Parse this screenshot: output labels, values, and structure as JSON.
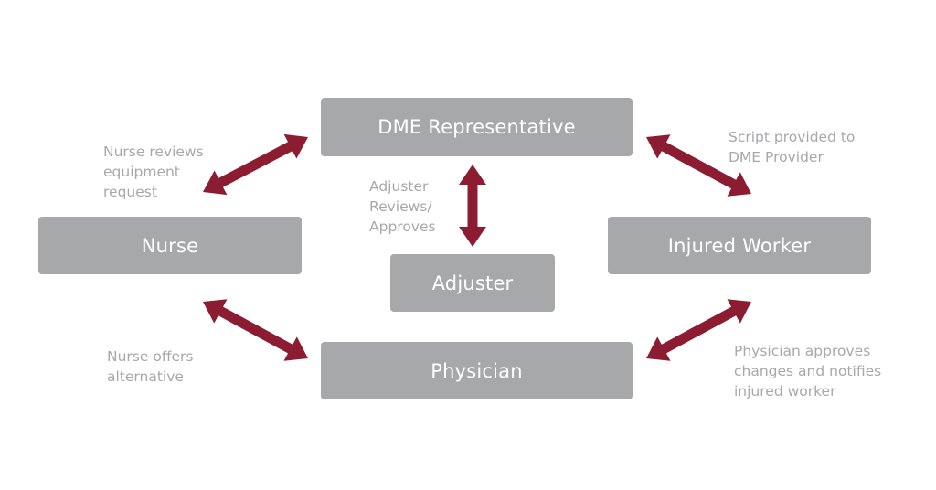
{
  "nodes": {
    "dme": "DME Representative",
    "nurse": "Nurse",
    "adjuster": "Adjuster",
    "injured_worker": "Injured Worker",
    "physician": "Physician"
  },
  "labels": {
    "nurse_reviews": "Nurse reviews\nequipment\nrequest",
    "script_provided": "Script provided to\nDME Provider",
    "adjuster_reviews": "Adjuster\nReviews/\nApproves",
    "nurse_offers": "Nurse offers\nalternative",
    "physician_approves": "Physician approves\nchanges and notifies\ninjured worker"
  },
  "colors": {
    "box": "#a7a8aa",
    "box_text": "#ffffff",
    "arrow": "#8c1c32",
    "label_text": "#a7a8aa"
  },
  "edges": [
    {
      "from": "nurse",
      "to": "dme",
      "bidirectional": true
    },
    {
      "from": "dme",
      "to": "injured_worker",
      "bidirectional": true
    },
    {
      "from": "dme",
      "to": "adjuster",
      "bidirectional": true
    },
    {
      "from": "nurse",
      "to": "physician",
      "bidirectional": true
    },
    {
      "from": "physician",
      "to": "injured_worker",
      "bidirectional": true
    }
  ]
}
